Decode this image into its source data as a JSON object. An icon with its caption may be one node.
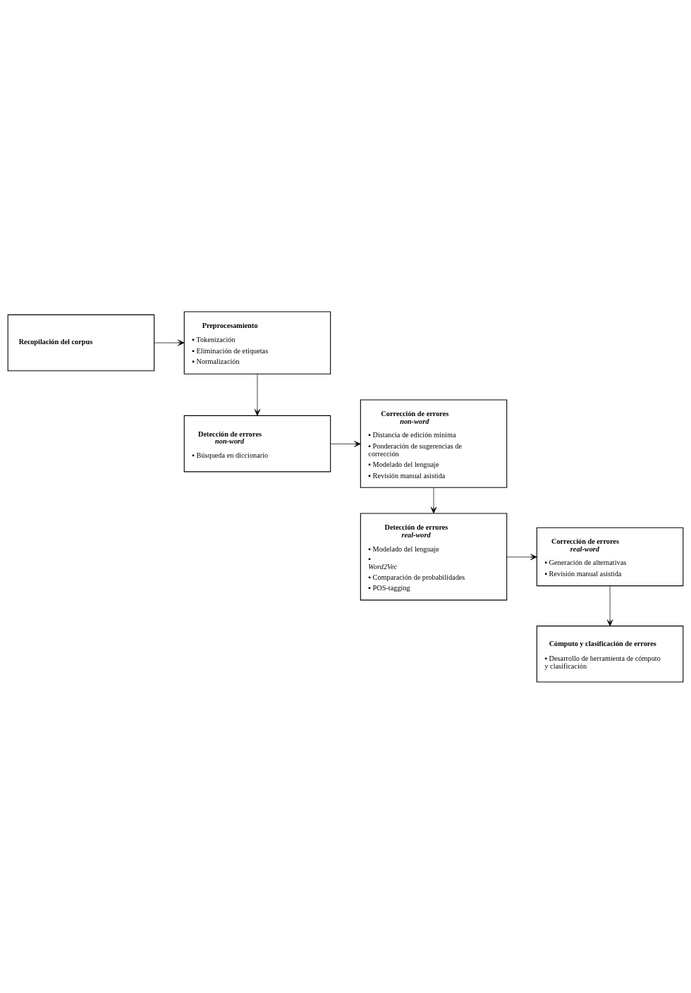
{
  "diagram": {
    "nodes": [
      {
        "text": [
          "Recopilación del corpus"
        ]
      },
      {
        "text": [
          "Preprocesamiento",
          "▪ Tokenización",
          "▪ Eliminación de etiquetas",
          "▪ Normalización"
        ]
      },
      {
        "text": [
          "Detección de errores *non-word*",
          "▪ Búsqueda en diccionario"
        ]
      },
      {
        "text": [
          "Corrección de errores *non-word*",
          "▪ Distancia de edición mínima",
          "▪ Ponderación de sugerencias de corrección",
          "▪ Modelado del lenguaje",
          "▪ Revisión manual asistida"
        ]
      },
      {
        "text": [
          "Detección de errores *real-word*",
          "▪ Modelado del lenguaje",
          "▪ *Word2Vec*",
          "▪ Comparación de probabilidades",
          "▪ POS-tagging"
        ]
      },
      {
        "text": [
          "Corrección de errores *real-word*",
          "▪ Generación de alternativas",
          "▪ Revisión manual asistida"
        ]
      },
      {
        "text": [
          "Cómputo y clasificación de errores",
          "▪ Desarrollo de herramienta de cómputo y clasificación"
        ]
      }
    ],
    "edges": [
      {
        "from": 0,
        "to": 1,
        "arrow": "to"
      },
      {
        "from": 1,
        "to": 2,
        "arrow": "to"
      },
      {
        "from": 2,
        "to": 3,
        "arrow": "to"
      },
      {
        "from": 3,
        "to": 4,
        "arrow": "to"
      },
      {
        "from": 4,
        "to": 5,
        "arrow": "to"
      },
      {
        "from": 5,
        "to": 6,
        "arrow": "to"
      }
    ]
  }
}
